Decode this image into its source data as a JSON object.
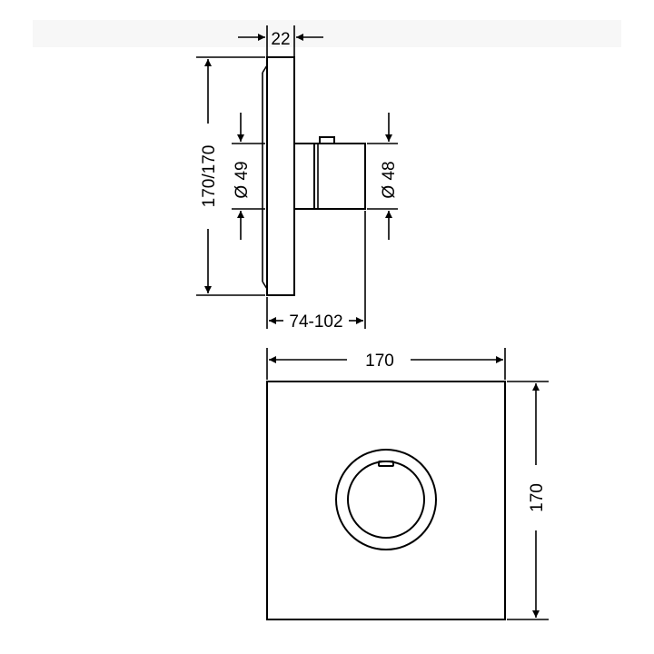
{
  "side_view": {
    "depth_label": "22",
    "height_label": "170/170",
    "left_diameter_label": "Ø 49",
    "right_diameter_label": "Ø 48",
    "projection_label": "74-102"
  },
  "front_view": {
    "width_label": "170",
    "height_label": "170"
  },
  "colors": {
    "line": "#000000",
    "background": "#ffffff",
    "top_band": "#f7f7f7"
  }
}
